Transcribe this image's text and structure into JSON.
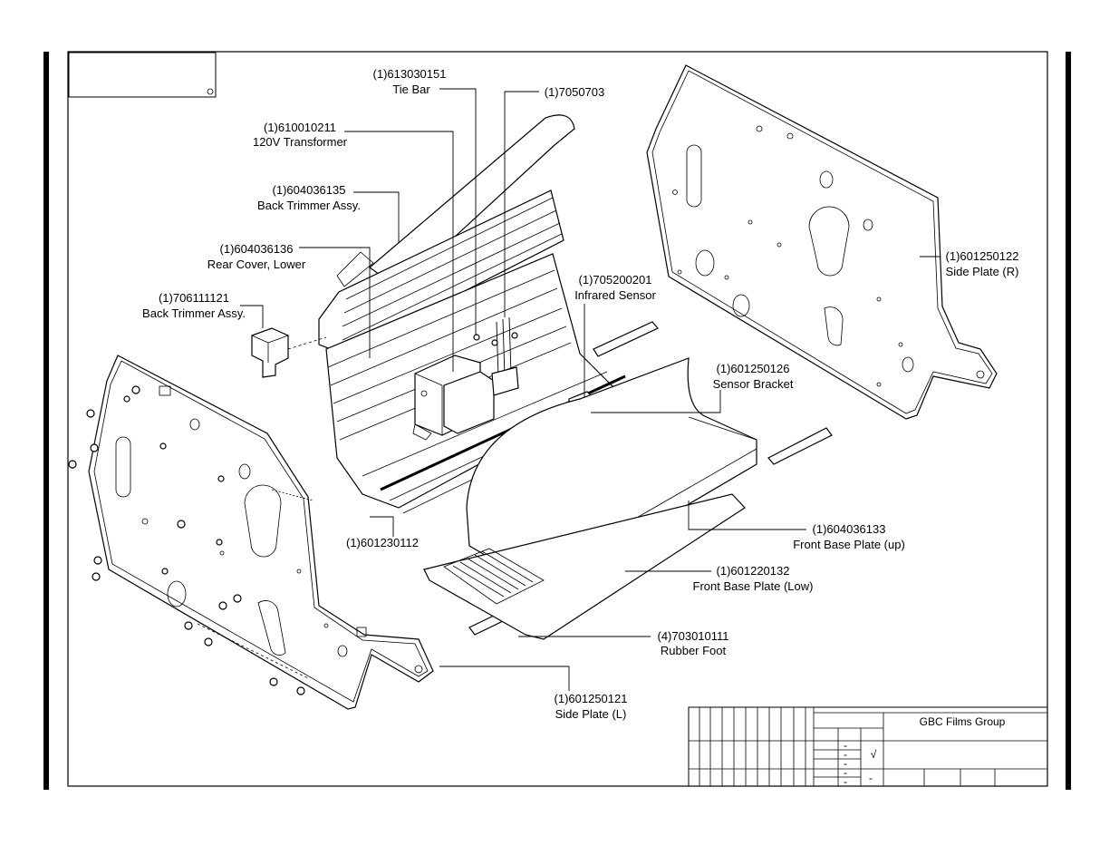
{
  "title_block": {
    "company": "GBC Films Group",
    "check_mark": "√",
    "dashes": [
      "-",
      "-",
      "-",
      "-",
      "-",
      "-"
    ]
  },
  "callouts": [
    {
      "id": "tie-bar",
      "number": "(1)613030151",
      "label": "Tie Bar"
    },
    {
      "id": "part-7050703",
      "number": "(1)7050703",
      "label": ""
    },
    {
      "id": "transformer",
      "number": "(1)610010211",
      "label": "120V Transformer"
    },
    {
      "id": "back-trimmer-top",
      "number": "(1)604036135",
      "label": "Back Trimmer Assy."
    },
    {
      "id": "rear-cover",
      "number": "(1)604036136",
      "label": "Rear Cover, Lower"
    },
    {
      "id": "back-trimmer-small",
      "number": "(1)706111121",
      "label": "Back Trimmer Assy."
    },
    {
      "id": "infrared-sensor",
      "number": "(1)705200201",
      "label": "Infrared Sensor"
    },
    {
      "id": "side-plate-r",
      "number": "(1)601250122",
      "label": "Side Plate (R)"
    },
    {
      "id": "sensor-bracket",
      "number": "(1)601250126",
      "label": "Sensor Bracket"
    },
    {
      "id": "part-601230112",
      "number": "(1)601230112",
      "label": ""
    },
    {
      "id": "front-base-up",
      "number": "(1)604036133",
      "label": "Front Base Plate (up)"
    },
    {
      "id": "front-base-low",
      "number": "(1)601220132",
      "label": "Front Base Plate (Low)"
    },
    {
      "id": "rubber-foot",
      "number": "(4)703010111",
      "label": "Rubber Foot"
    },
    {
      "id": "side-plate-l",
      "number": "(1)601250121",
      "label": "Side Plate (L)"
    }
  ]
}
